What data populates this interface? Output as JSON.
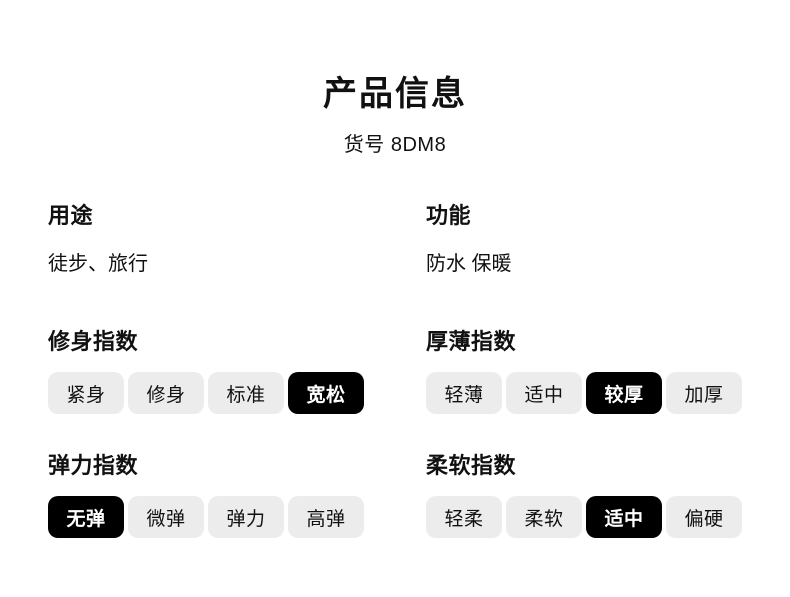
{
  "title": "产品信息",
  "item_number": "货号 8DM8",
  "colors": {
    "background": "#ffffff",
    "text": "#111111",
    "pill_bg": "#ececec",
    "pill_selected_bg": "#000000",
    "pill_selected_text": "#ffffff"
  },
  "attributes": {
    "usage": {
      "heading": "用途",
      "value": "徒步、旅行"
    },
    "function": {
      "heading": "功能",
      "value": "防水 保暖"
    }
  },
  "indexes": {
    "fit": {
      "heading": "修身指数",
      "options": [
        {
          "label": "紧身",
          "selected": false
        },
        {
          "label": "修身",
          "selected": false
        },
        {
          "label": "标准",
          "selected": false
        },
        {
          "label": "宽松",
          "selected": true
        }
      ]
    },
    "thickness": {
      "heading": "厚薄指数",
      "options": [
        {
          "label": "轻薄",
          "selected": false
        },
        {
          "label": "适中",
          "selected": false
        },
        {
          "label": "较厚",
          "selected": true
        },
        {
          "label": "加厚",
          "selected": false
        }
      ]
    },
    "elasticity": {
      "heading": "弹力指数",
      "options": [
        {
          "label": "无弹",
          "selected": true
        },
        {
          "label": "微弹",
          "selected": false
        },
        {
          "label": "弹力",
          "selected": false
        },
        {
          "label": "高弹",
          "selected": false
        }
      ]
    },
    "softness": {
      "heading": "柔软指数",
      "options": [
        {
          "label": "轻柔",
          "selected": false
        },
        {
          "label": "柔软",
          "selected": false
        },
        {
          "label": "适中",
          "selected": true
        },
        {
          "label": "偏硬",
          "selected": false
        }
      ]
    }
  }
}
